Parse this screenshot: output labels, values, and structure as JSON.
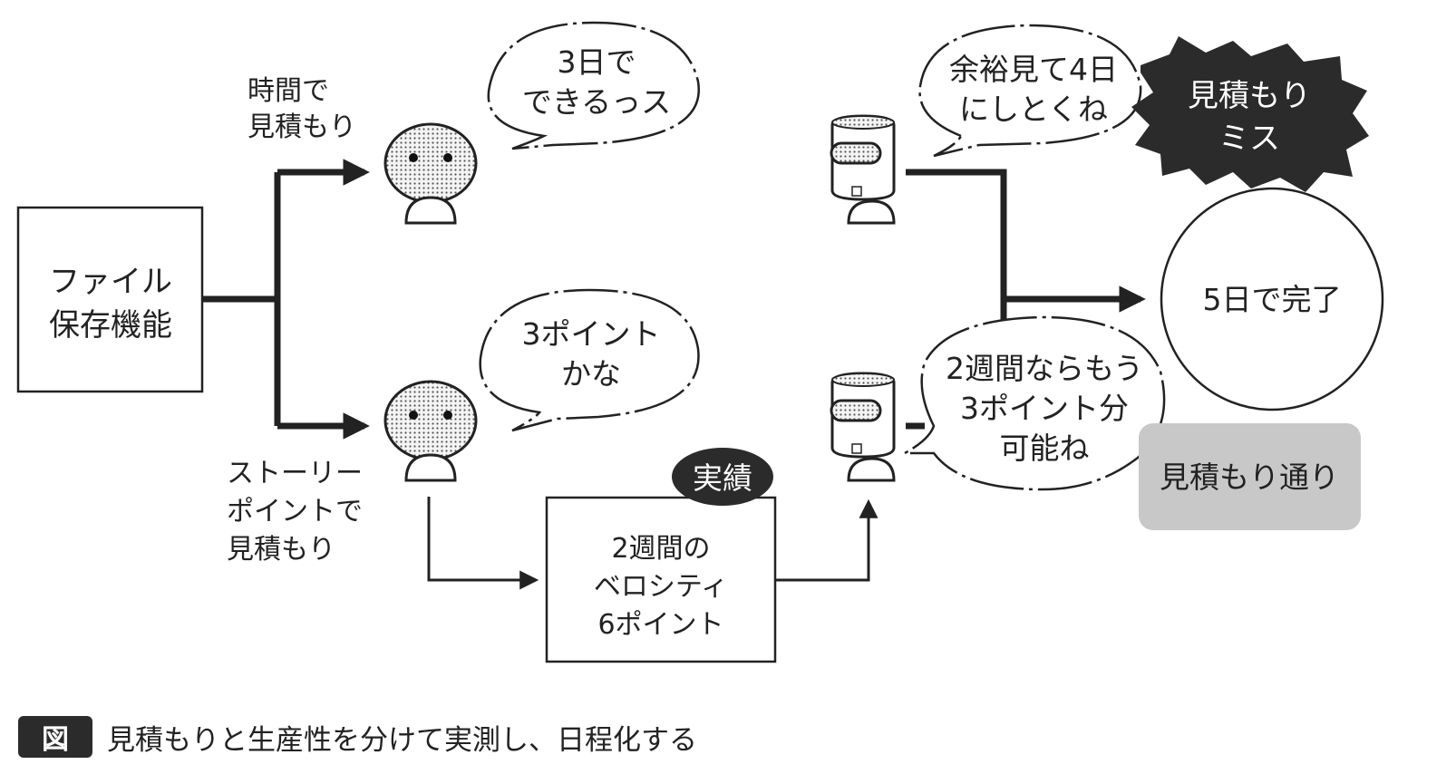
{
  "start_box": {
    "line1": "ファイル",
    "line2": "保存機能"
  },
  "branch_time": {
    "line1": "時間で",
    "line2": "見積もり"
  },
  "branch_story": {
    "line1": "ストーリー",
    "line2": "ポイントで",
    "line3": "見積もり"
  },
  "bubble_dev_time": {
    "line1": "3日で",
    "line2": "できるっス"
  },
  "bubble_dev_story": {
    "line1": "3ポイント",
    "line2": "かな"
  },
  "bubble_pm_time": {
    "line1": "余裕見て4日",
    "line2": "にしとくね"
  },
  "bubble_pm_story": {
    "line1": "2週間ならもう",
    "line2": "3ポイント分",
    "line3": "可能ね"
  },
  "result_circle": {
    "label": "5日で完了"
  },
  "miss_burst": {
    "line1": "見積もり",
    "line2": "ミス"
  },
  "on_target_box": {
    "label": "見積もり通り"
  },
  "velocity_box": {
    "badge": "実績",
    "line1": "2週間の",
    "line2": "ベロシティ",
    "line3": "6ポイント"
  },
  "caption": {
    "badge": "図",
    "text": "見積もりと生産性を分けて実測し、日程化する"
  },
  "colors": {
    "ink": "#222222",
    "gray_box": "#c8c8c8",
    "burst": "#2b2b2b",
    "face_dots": "#555555"
  }
}
